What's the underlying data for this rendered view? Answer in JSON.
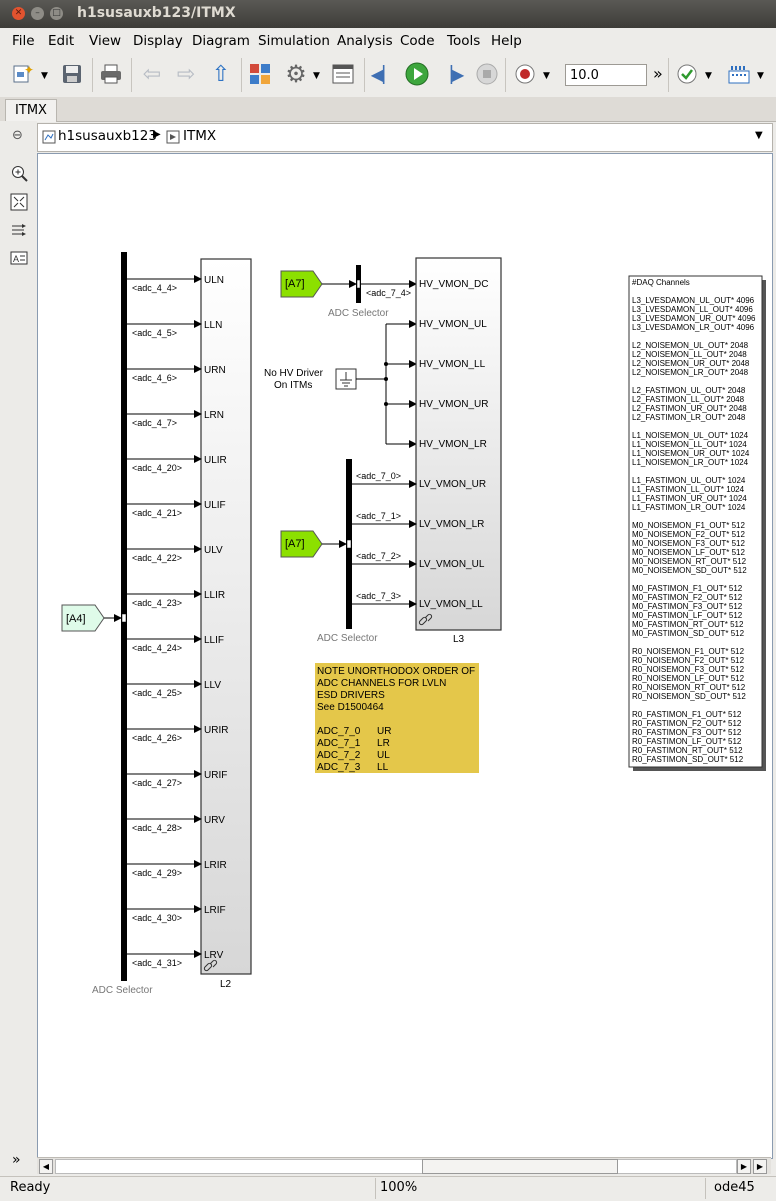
{
  "window": {
    "title": "h1susauxb123/ITMX"
  },
  "menu": [
    "File",
    "Edit",
    "View",
    "Display",
    "Diagram",
    "Simulation",
    "Analysis",
    "Code",
    "Tools",
    "Help"
  ],
  "toolbar": {
    "sim_time": "10.0",
    "more": "»"
  },
  "tabs": [
    "ITMX"
  ],
  "breadcrumb": {
    "root": "h1susauxb123",
    "current": "ITMX"
  },
  "status": {
    "left": "Ready",
    "zoom": "100%",
    "solver": "ode45"
  },
  "diagram": {
    "l2": {
      "goto_tag": "[A4]",
      "selector_label": "ADC Selector",
      "block_label": "L2",
      "signals": [
        "<adc_4_4>",
        "<adc_4_5>",
        "<adc_4_6>",
        "<adc_4_7>",
        "<adc_4_20>",
        "<adc_4_21>",
        "<adc_4_22>",
        "<adc_4_23>",
        "<adc_4_24>",
        "<adc_4_25>",
        "<adc_4_26>",
        "<adc_4_27>",
        "<adc_4_28>",
        "<adc_4_29>",
        "<adc_4_30>",
        "<adc_4_31>"
      ],
      "ports": [
        "ULN",
        "LLN",
        "URN",
        "LRN",
        "ULIR",
        "ULIF",
        "ULV",
        "LLIR",
        "LLIF",
        "LLV",
        "URIR",
        "URIF",
        "URV",
        "LRIR",
        "LRIF",
        "LRV"
      ]
    },
    "l3": {
      "goto_tag_top": "[A7]",
      "goto_tag_bottom": "[A7]",
      "selector_label_top": "ADC Selector",
      "selector_label_bottom": "ADC Selector",
      "block_label": "L3",
      "signal_top": "<adc_7_4>",
      "signals": [
        "<adc_7_0>",
        "<adc_7_1>",
        "<adc_7_2>",
        "<adc_7_3>"
      ],
      "ports": [
        "HV_VMON_DC",
        "HV_VMON_UL",
        "HV_VMON_LL",
        "HV_VMON_UR",
        "HV_VMON_LR",
        "LV_VMON_UR",
        "LV_VMON_LR",
        "LV_VMON_UL",
        "LV_VMON_LL"
      ],
      "ground_label_1": "No HV Driver",
      "ground_label_2": "On ITMs"
    },
    "note": [
      "NOTE UNORTHODOX ORDER OF",
      "ADC CHANNELS FOR LVLN",
      "ESD DRIVERS",
      "See D1500464",
      "",
      "ADC_7_0      UR",
      "ADC_7_1      LR",
      "ADC_7_2      UL",
      "ADC_7_3      LL"
    ],
    "daq": [
      "#DAQ Channels",
      "",
      "L3_LVESDAMON_UL_OUT* 4096",
      "L3_LVESDAMON_LL_OUT* 4096",
      "L3_LVESDAMON_UR_OUT* 4096",
      "L3_LVESDAMON_LR_OUT* 4096",
      "",
      "L2_NOISEMON_UL_OUT* 2048",
      "L2_NOISEMON_LL_OUT* 2048",
      "L2_NOISEMON_UR_OUT* 2048",
      "L2_NOISEMON_LR_OUT* 2048",
      "",
      "L2_FASTIMON_UL_OUT* 2048",
      "L2_FASTIMON_LL_OUT* 2048",
      "L2_FASTIMON_UR_OUT* 2048",
      "L2_FASTIMON_LR_OUT* 2048",
      "",
      "L1_NOISEMON_UL_OUT* 1024",
      "L1_NOISEMON_LL_OUT* 1024",
      "L1_NOISEMON_UR_OUT* 1024",
      "L1_NOISEMON_LR_OUT* 1024",
      "",
      "L1_FASTIMON_UL_OUT* 1024",
      "L1_FASTIMON_LL_OUT* 1024",
      "L1_FASTIMON_UR_OUT* 1024",
      "L1_FASTIMON_LR_OUT* 1024",
      "",
      "M0_NOISEMON_F1_OUT* 512",
      "M0_NOISEMON_F2_OUT* 512",
      "M0_NOISEMON_F3_OUT* 512",
      "M0_NOISEMON_LF_OUT* 512",
      "M0_NOISEMON_RT_OUT* 512",
      "M0_NOISEMON_SD_OUT* 512",
      "",
      "M0_FASTIMON_F1_OUT* 512",
      "M0_FASTIMON_F2_OUT* 512",
      "M0_FASTIMON_F3_OUT* 512",
      "M0_FASTIMON_LF_OUT* 512",
      "M0_FASTIMON_RT_OUT* 512",
      "M0_FASTIMON_SD_OUT* 512",
      "",
      "R0_NOISEMON_F1_OUT* 512",
      "R0_NOISEMON_F2_OUT* 512",
      "R0_NOISEMON_F3_OUT* 512",
      "R0_NOISEMON_LF_OUT* 512",
      "R0_NOISEMON_RT_OUT* 512",
      "R0_NOISEMON_SD_OUT* 512",
      "",
      "R0_FASTIMON_F1_OUT* 512",
      "R0_FASTIMON_F2_OUT* 512",
      "R0_FASTIMON_F3_OUT* 512",
      "R0_FASTIMON_LF_OUT* 512",
      "R0_FASTIMON_RT_OUT* 512",
      "R0_FASTIMON_SD_OUT* 512"
    ]
  }
}
